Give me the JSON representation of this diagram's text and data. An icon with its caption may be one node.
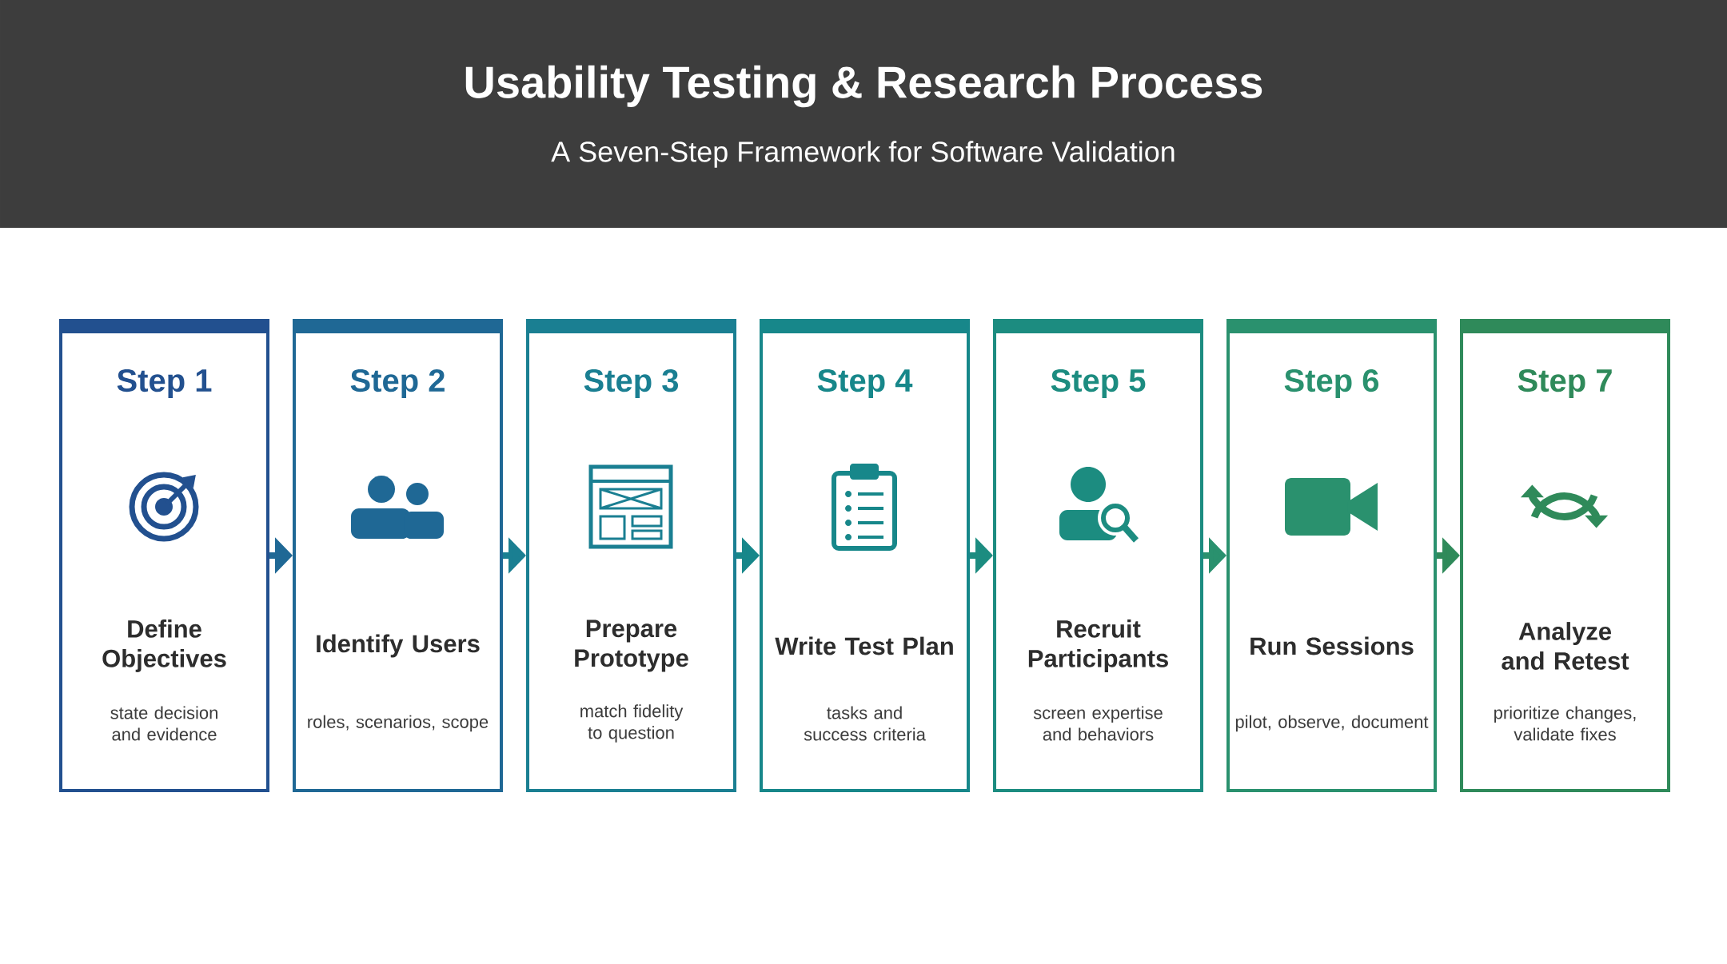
{
  "diagram": {
    "title": "Usability Testing & Research Process",
    "caption": "A Seven-Step Framework for Software Validation",
    "nodes": [
      {
        "text": [
          "Step 1",
          "Define Objectives",
          "state decision and evidence"
        ]
      },
      {
        "text": [
          "Step 2",
          "Identify Users",
          "roles, scenarios, scope"
        ]
      },
      {
        "text": [
          "Step 3",
          "Prepare Prototype",
          "match fidelity to question"
        ]
      },
      {
        "text": [
          "Step 4",
          "Write Test Plan",
          "tasks and success criteria"
        ]
      },
      {
        "text": [
          "Step 5",
          "Recruit Participants",
          "screen expertise and behaviors"
        ]
      },
      {
        "text": [
          "Step 6",
          "Run Sessions",
          "pilot, observe, document"
        ]
      },
      {
        "text": [
          "Step 7",
          "Analyze and Retest",
          "prioritize changes, validate fixes"
        ]
      }
    ],
    "edges": [
      {
        "from": 0,
        "to": 1,
        "arrow": "to"
      },
      {
        "from": 1,
        "to": 2,
        "arrow": "to"
      },
      {
        "from": 2,
        "to": 3,
        "arrow": "to"
      },
      {
        "from": 3,
        "to": 4,
        "arrow": "to"
      },
      {
        "from": 4,
        "to": 5,
        "arrow": "to"
      },
      {
        "from": 5,
        "to": 6,
        "arrow": "to"
      }
    ]
  }
}
